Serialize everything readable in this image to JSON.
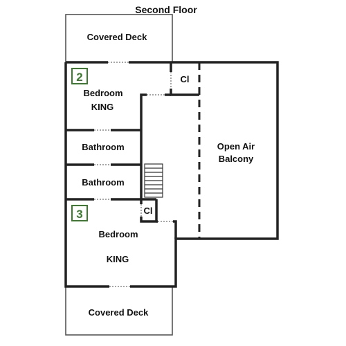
{
  "title": "Second Floor",
  "colors": {
    "wall": "#222222",
    "thin_wall": "#555555",
    "badge": "#3c7a2e",
    "door": "#888888"
  },
  "rooms": {
    "covered_deck_top": "Covered Deck",
    "bedroom_2": {
      "badge": "2",
      "name": "Bedroom",
      "bed": "KING"
    },
    "closet_top": "Cl",
    "bathroom_1": "Bathroom",
    "bathroom_2": "Bathroom",
    "open_air_balcony": {
      "line1": "Open Air",
      "line2": "Balcony"
    },
    "closet_bottom": "Cl",
    "bedroom_3": {
      "badge": "3",
      "name": "Bedroom",
      "bed": "KING"
    },
    "covered_deck_bottom": "Covered Deck"
  }
}
